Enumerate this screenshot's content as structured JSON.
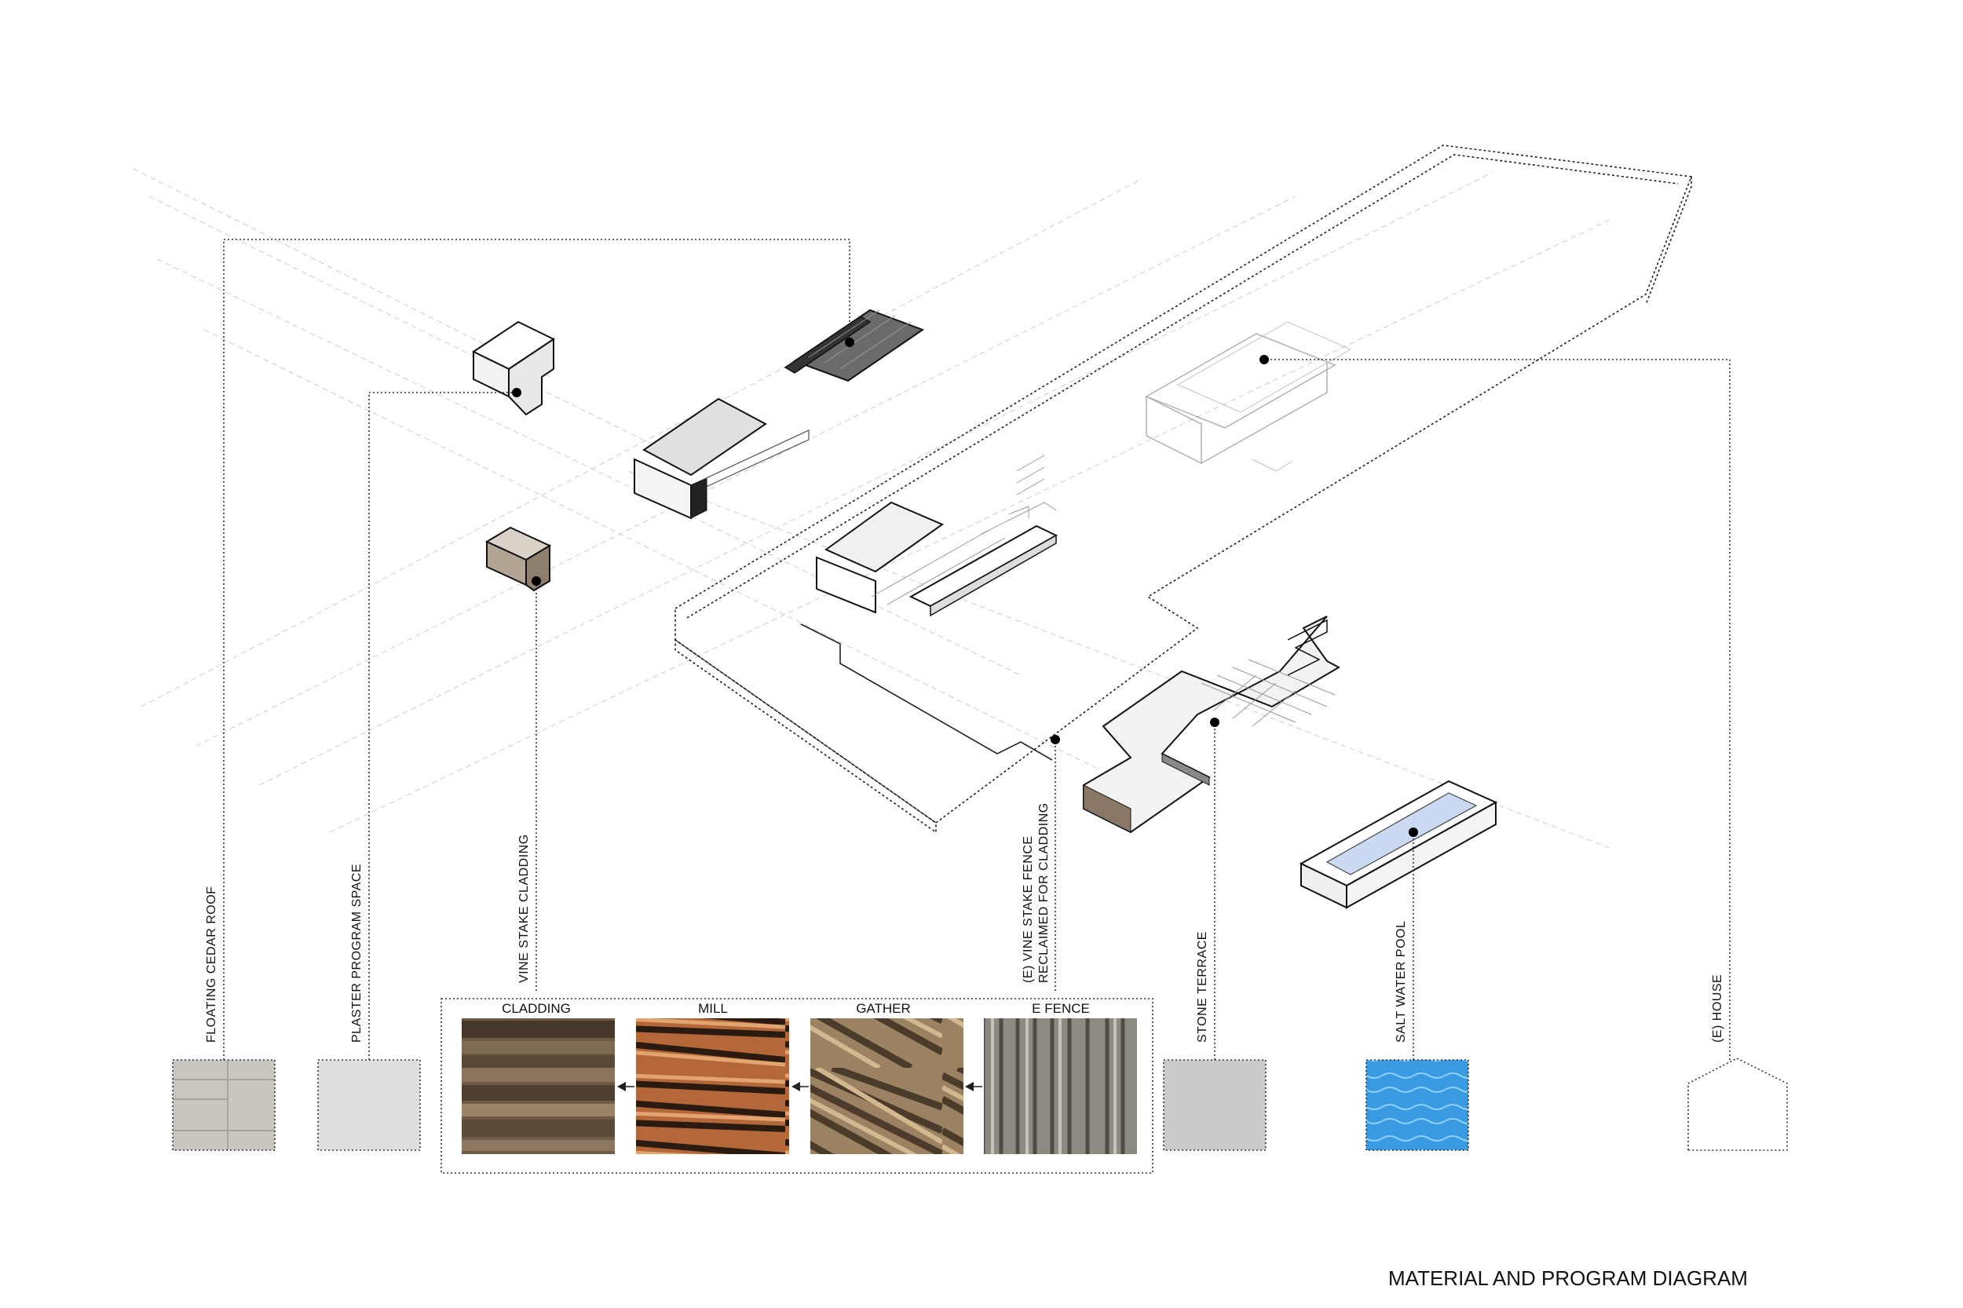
{
  "diagram_title": "MATERIAL AND PROGRAM DIAGRAM",
  "labels": {
    "floating_cedar_roof": "FLOATING CEDAR ROOF",
    "plaster_program_space": "PLASTER PROGRAM SPACE",
    "vine_stake_cladding": "VINE STAKE CLADDING",
    "vine_stake_fence_line1": "(E) VINE STAKE FENCE",
    "vine_stake_fence_line2": "RECLAIMED FOR CLADDING",
    "stone_terrace": "STONE TERRACE",
    "salt_water_pool": "SALT WATER POOL",
    "house": "(E) HOUSE"
  },
  "process_steps": [
    {
      "label": "CLADDING",
      "swatch": "weathered-wood-planks"
    },
    {
      "label": "MILL",
      "swatch": "milled-wood-strips"
    },
    {
      "label": "GATHER",
      "swatch": "stacked-vine-stakes"
    },
    {
      "label": "E FENCE",
      "swatch": "existing-wood-fence"
    }
  ],
  "swatches": {
    "cedar": "#c9c6c0",
    "plaster": "#dedede",
    "stone": "#cbcbcb",
    "pool": "#3f9de0"
  },
  "icons": {
    "house": "house-outline-icon",
    "arrow": "arrow-left-icon"
  }
}
